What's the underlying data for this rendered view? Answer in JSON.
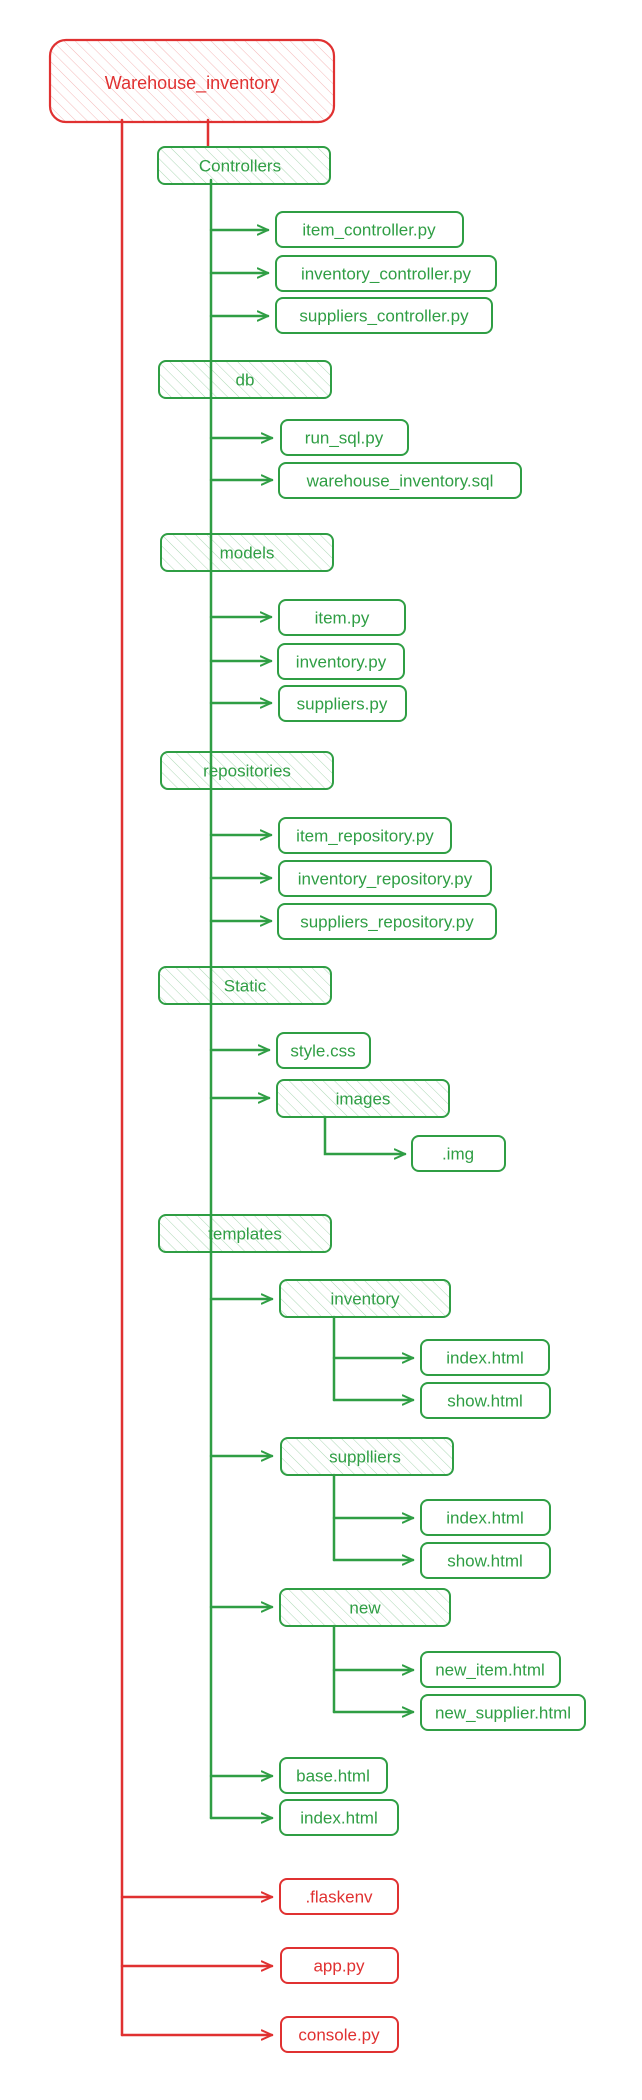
{
  "diagram": {
    "colors": {
      "green": "#2f9e44",
      "red": "#e03131"
    },
    "root": "Warehouse_inventory",
    "folders": {
      "controllers": "Controllers",
      "db": "db",
      "models": "models",
      "repositories": "repositories",
      "static": "Static",
      "images": "images",
      "templates": "templates",
      "inventory": "inventory",
      "suppliers": "supplliers",
      "new": "new"
    },
    "files": {
      "item_controller": "item_controller.py",
      "inventory_controller": "inventory_controller.py",
      "suppliers_controller": "suppliers_controller.py",
      "run_sql": "run_sql.py",
      "warehouse_sql": "warehouse_inventory.sql",
      "item_model": "item.py",
      "inventory_model": "inventory.py",
      "suppliers_model": "suppliers.py",
      "item_repository": "item_repository.py",
      "inventory_repository": "inventory_repository.py",
      "suppliers_repository": "suppliers_repository.py",
      "style_css": "style.css",
      "img": ".img",
      "inventory_index": "index.html",
      "inventory_show": "show.html",
      "suppliers_index": "index.html",
      "suppliers_show": "show.html",
      "new_item": "new_item.html",
      "new_supplier": "new_supplier.html",
      "base_html": "base.html",
      "templates_index": "index.html",
      "flaskenv": ".flaskenv",
      "app_py": "app.py",
      "console_py": "console.py"
    }
  }
}
